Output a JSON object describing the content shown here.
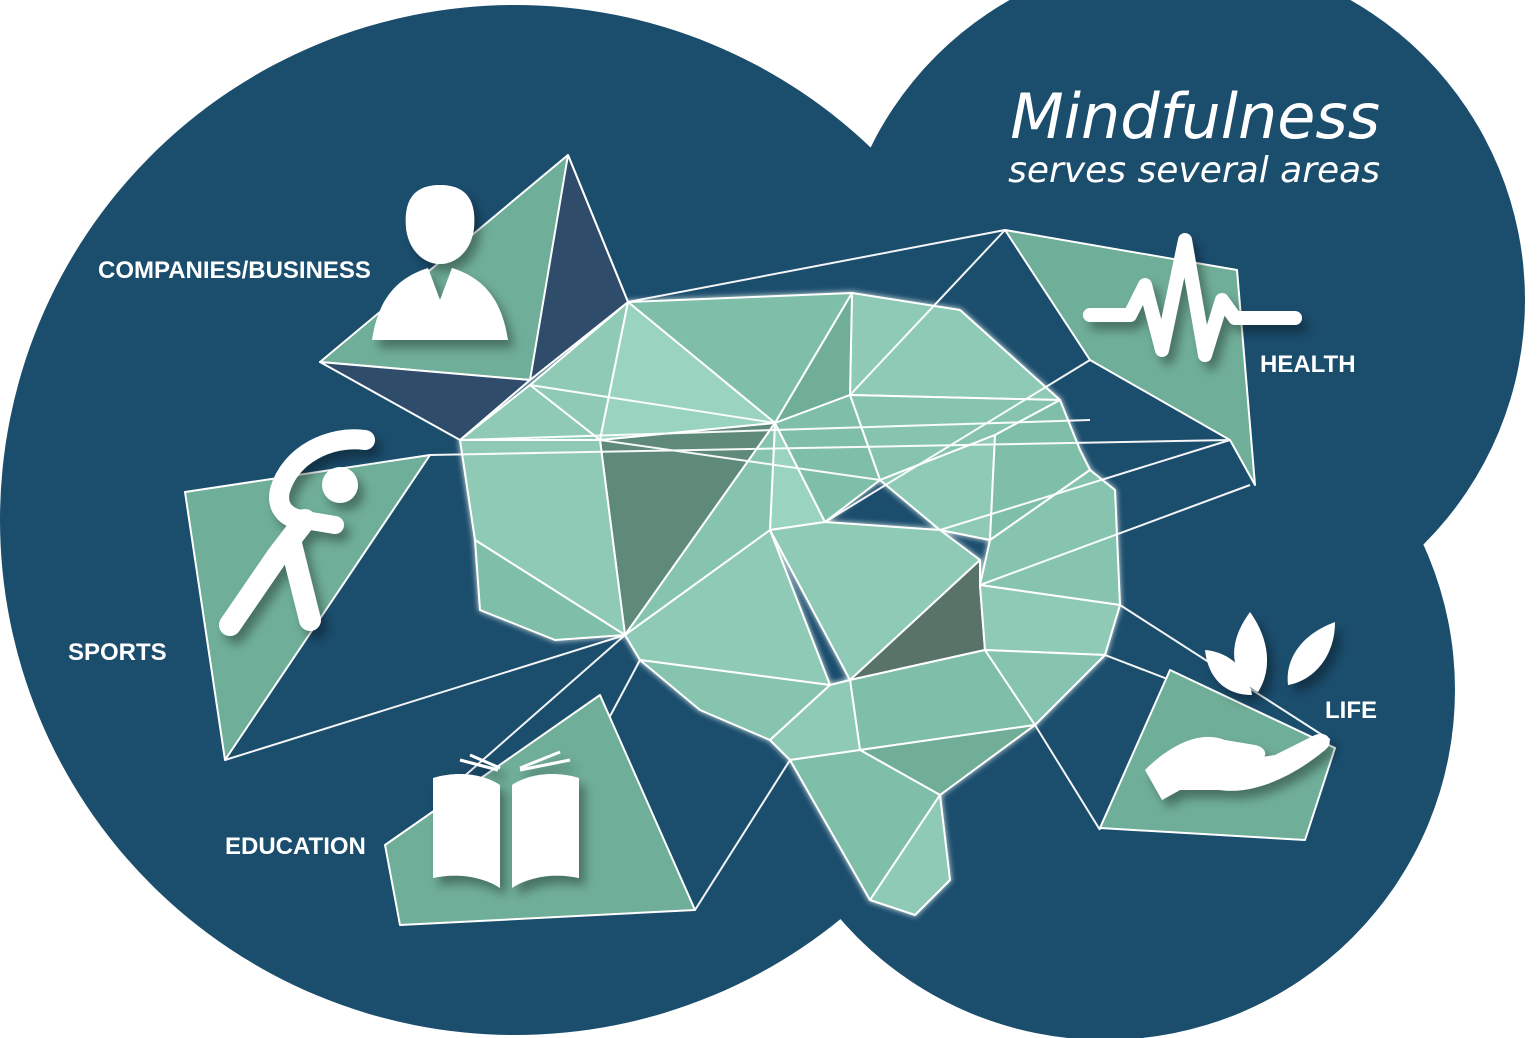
{
  "title": {
    "main": "Mindfulness",
    "sub": "serves several areas"
  },
  "areas": {
    "companies": "COMPANIES/BUSINESS",
    "health": "HEALTH",
    "sports": "SPORTS",
    "life": "LIFE",
    "education": "EDUCATION"
  },
  "icons": {
    "companies": "businessman-icon",
    "health": "heartbeat-icon",
    "sports": "stretching-person-icon",
    "life": "hand-with-leaves-icon",
    "education": "open-book-icon"
  },
  "colors": {
    "background": "#1b4d6d",
    "facet_light": "#8fcab7",
    "facet_mid": "#6fae98",
    "facet_dark": "#5f8a7a",
    "facet_navy": "#2f4d6b",
    "line": "#ffffff"
  }
}
